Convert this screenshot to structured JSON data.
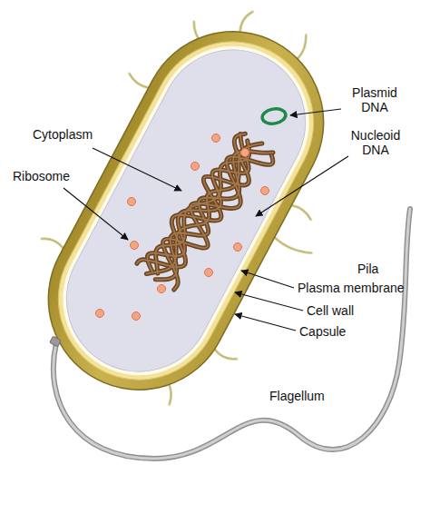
{
  "diagram": {
    "labels": [
      "Plasmid DNA",
      "Cytoplasm",
      "Nucleoid DNA",
      "Ribosome",
      "Pila",
      "Plasma membrane",
      "Cell wall",
      "Capsule",
      "Flagellum"
    ]
  }
}
